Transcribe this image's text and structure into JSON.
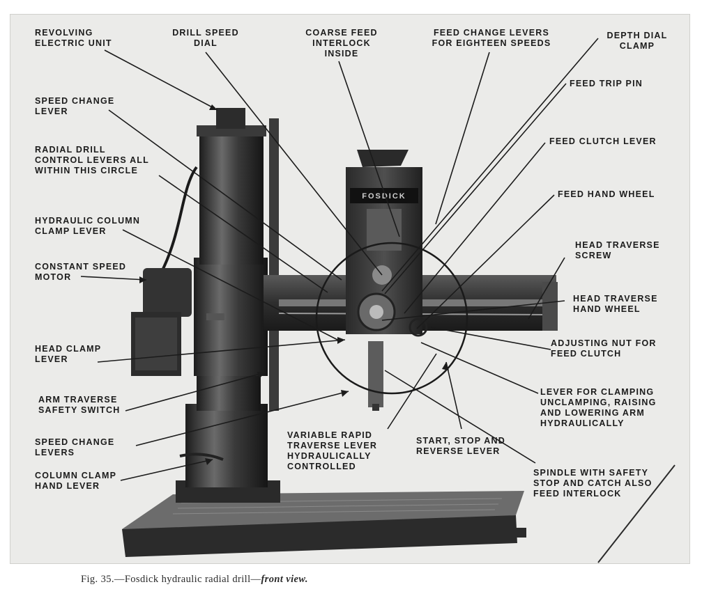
{
  "labels": {
    "revolving_electric_unit": "REVOLVING\nELECTRIC UNIT",
    "drill_speed_dial": "DRILL SPEED\nDIAL",
    "coarse_feed_interlock": "COARSE FEED\nINTERLOCK\nINSIDE",
    "feed_change_levers": "FEED CHANGE LEVERS\nFOR EIGHTEEN SPEEDS",
    "depth_dial_clamp": "DEPTH DIAL\nCLAMP",
    "feed_trip_pin": "FEED TRIP PIN",
    "feed_clutch_lever": "FEED CLUTCH LEVER",
    "feed_hand_wheel": "FEED HAND WHEEL",
    "head_traverse_screw": "HEAD TRAVERSE\nSCREW",
    "head_traverse_hand_wheel": "HEAD TRAVERSE\nHAND WHEEL",
    "adjusting_nut": "ADJUSTING NUT FOR\nFEED CLUTCH",
    "lever_clamping": "LEVER FOR CLAMPING\nUNCLAMPING, RAISING\nAND LOWERING ARM\nHYDRAULICALLY",
    "spindle_safety": "SPINDLE WITH SAFETY\nSTOP AND CATCH ALSO\nFEED INTERLOCK",
    "start_stop_reverse": "START, STOP AND\nREVERSE LEVER",
    "variable_rapid_traverse": "VARIABLE RAPID\nTRAVERSE LEVER\nHYDRAULICALLY\nCONTROLLED",
    "speed_change_lever": "SPEED CHANGE\nLEVER",
    "radial_drill_control": "RADIAL DRILL\nCONTROL LEVERS ALL\nWITHIN THIS CIRCLE",
    "hydraulic_column_clamp": "HYDRAULIC COLUMN\nCLAMP LEVER",
    "constant_speed_motor": "CONSTANT SPEED\nMOTOR",
    "head_clamp_lever": "HEAD CLAMP\nLEVER",
    "arm_traverse_safety": "ARM TRAVERSE\nSAFETY SWITCH",
    "speed_change_levers": "SPEED CHANGE\nLEVERS",
    "column_clamp_hand_lever": "COLUMN CLAMP\nHAND LEVER"
  },
  "head_nameplate": "FOSDICK",
  "caption": {
    "prefix": "Fig. 35.—Fosdick hydraulic radial drill—",
    "emphasis": "front view."
  },
  "colors": {
    "plate_background": "#ebebe9",
    "machine_dark": "#2a2a2a",
    "machine_mid": "#4a4a4a",
    "label_text": "#1b1b1b"
  }
}
